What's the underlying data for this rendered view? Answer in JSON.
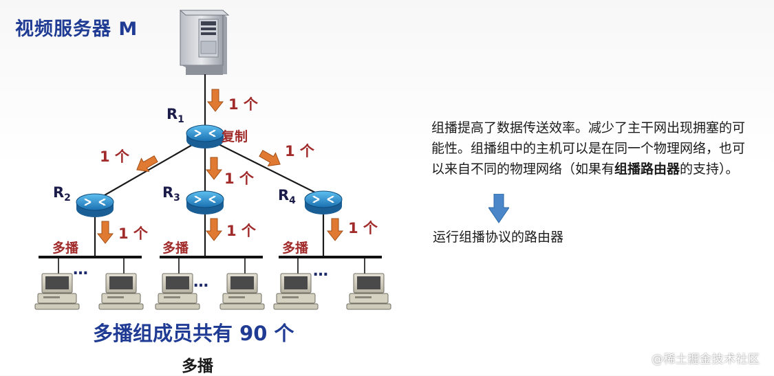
{
  "title": "视频服务器 M",
  "labels": {
    "copy": "复制",
    "count_one": "1 个",
    "multicast": "多播",
    "ellipsis": "…"
  },
  "routers": [
    {
      "id": "R",
      "sub": "1"
    },
    {
      "id": "R",
      "sub": "2"
    },
    {
      "id": "R",
      "sub": "3"
    },
    {
      "id": "R",
      "sub": "4"
    }
  ],
  "summary": "多播组成员共有 90 个",
  "caption": "多播",
  "description": {
    "part1": "组播提高了数据传送效率。减少了主干网出现拥塞的可能性。组播组中的主机可以是在同一个物理网络，也可以来自不同的物理网络（如果有",
    "bold": "组播路由器",
    "part2": "的支持）。"
  },
  "router_protocol": "运行组播协议的路由器",
  "watermark": "@稀土掘金技术社区",
  "colors": {
    "title": "#1f3b93",
    "count_label": "#a12a2a",
    "arrow": "#e07a32",
    "router": "#2a8fd0",
    "blue_arrow": "#4a86c8"
  }
}
